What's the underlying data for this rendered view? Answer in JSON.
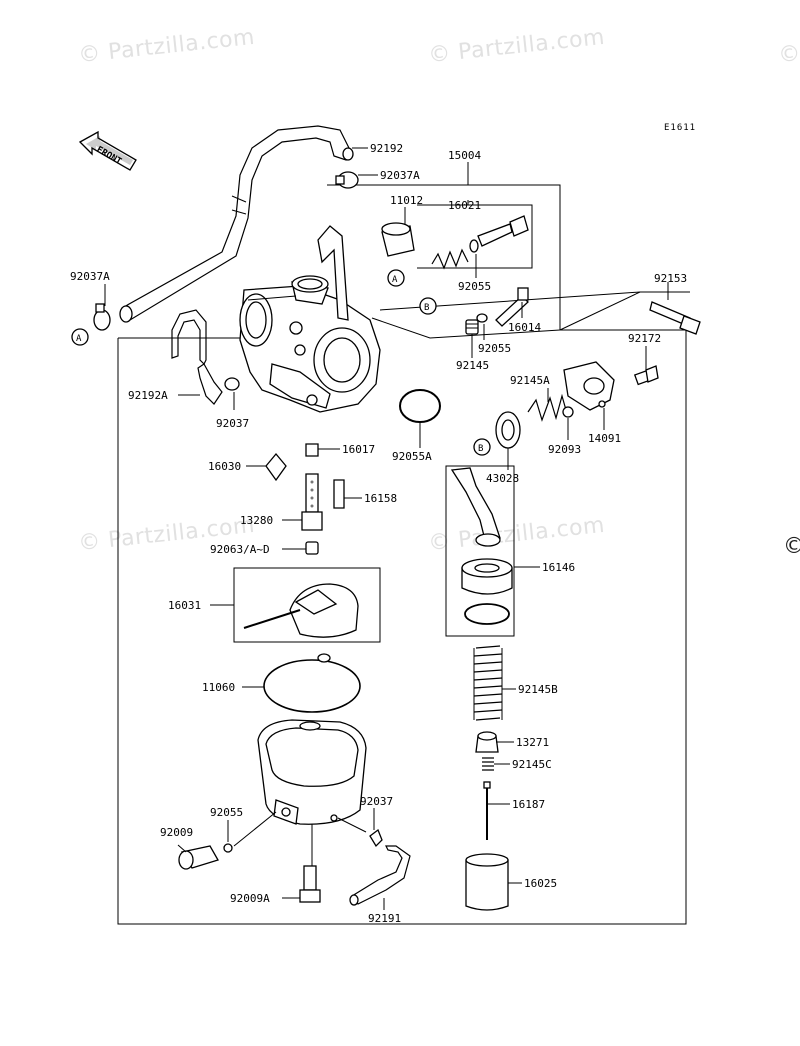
{
  "watermark": {
    "text": "© Partzilla.com",
    "copyright_glyph": "©"
  },
  "diagram_code": "E1611",
  "front_arrow_label": "FRONT",
  "markers": {
    "a": "A",
    "b": "B"
  },
  "parts": {
    "p92192": "92192",
    "p92037A_top": "92037A",
    "p15004": "15004",
    "p11012": "11012",
    "p16021": "16021",
    "p92037A_left": "92037A",
    "p92055_upper": "92055",
    "p16014": "16014",
    "p92153": "92153",
    "p92055_mid": "92055",
    "p92145": "92145",
    "p92172": "92172",
    "p92192A": "92192A",
    "p92037": "92037",
    "p92145A": "92145A",
    "p14091": "14091",
    "p92093": "92093",
    "p92055A": "92055A",
    "p16017": "16017",
    "p16030": "16030",
    "p43028": "43028",
    "p16158": "16158",
    "p13280": "13280",
    "p92063": "92063/A~D",
    "p16146": "16146",
    "p16031": "16031",
    "p11060": "11060",
    "p92145B": "92145B",
    "p13271": "13271",
    "p92145C": "92145C",
    "p92055_bottom": "92055",
    "p92037_bottom": "92037",
    "p16187": "16187",
    "p92009": "92009",
    "p16025": "16025",
    "p92009A": "92009A",
    "p92191": "92191"
  }
}
